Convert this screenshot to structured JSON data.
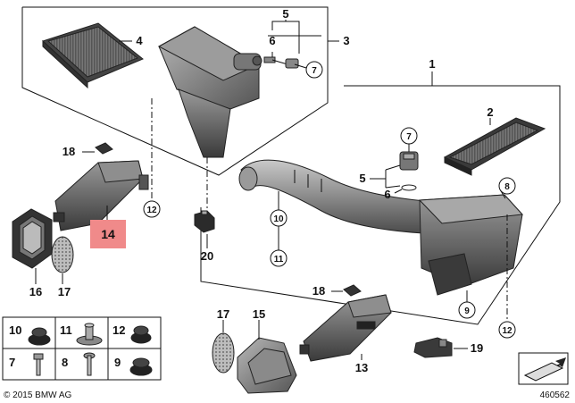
{
  "labels": {
    "l1": "1",
    "l2": "2",
    "l3": "3",
    "l4": "4",
    "l5a": "5",
    "l5b": "5",
    "l6a": "6",
    "l6b": "6",
    "l7a": "7",
    "l7b": "7",
    "l8": "8",
    "l9": "9",
    "l10": "10",
    "l11": "11",
    "l12a": "12",
    "l12b": "12",
    "l13": "13",
    "l14": "14",
    "l15": "15",
    "l16": "16",
    "l17a": "17",
    "l17b": "17",
    "l18a": "18",
    "l18b": "18",
    "l19": "19",
    "l20": "20"
  },
  "fastener_table": [
    {
      "id": "10"
    },
    {
      "id": "11"
    },
    {
      "id": "12"
    },
    {
      "id": "7"
    },
    {
      "id": "8"
    },
    {
      "id": "9"
    }
  ],
  "highlight": {
    "label": "14",
    "color": "#f08a8a"
  },
  "footer": {
    "copyright": "© 2015 BMW AG",
    "image_number": "460562"
  }
}
